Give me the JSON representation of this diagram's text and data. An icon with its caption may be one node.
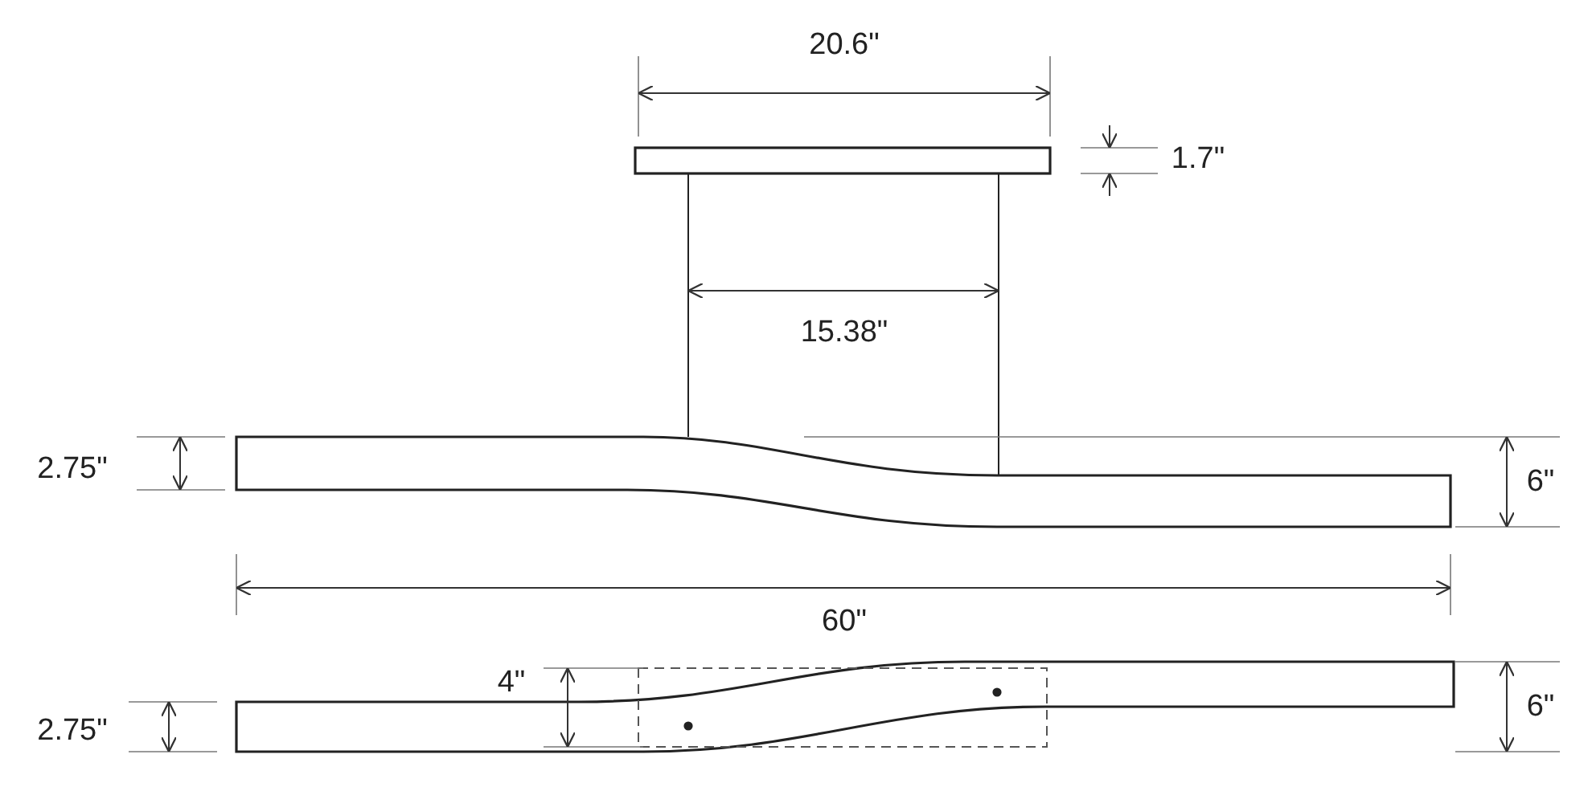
{
  "diagram": {
    "labels": [
      "20.6\"",
      "1.7\"",
      "15.38\"",
      "2.75\"",
      "6\"",
      "60\"",
      "4\"",
      "2.75\"",
      "6\""
    ]
  }
}
